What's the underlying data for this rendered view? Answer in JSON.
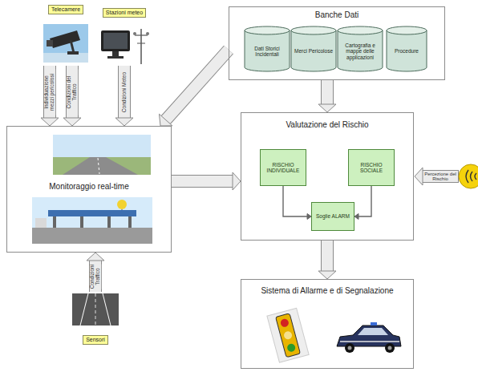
{
  "diagram": {
    "nodes": [
      {
        "text": [
          "Telecamere"
        ]
      },
      {
        "text": [
          "Stazioni meteo"
        ]
      },
      {
        "text": [
          "Monitoraggio real-time"
        ]
      },
      {
        "text": [
          "Sensori"
        ]
      },
      {
        "text": [
          "Banche Dati"
        ]
      },
      {
        "text": [
          "Dati Storici Incidentali"
        ],
        "in": 4
      },
      {
        "text": [
          "Merci Pericolose"
        ],
        "in": 4
      },
      {
        "text": [
          "Cartografia e mappe delle applicazioni"
        ],
        "in": 4
      },
      {
        "text": [
          "Procedure"
        ],
        "in": 4
      },
      {
        "text": [
          "Valutazione del Rischio"
        ]
      },
      {
        "text": [
          "RISCHIO INDIVIDUALE"
        ],
        "in": 9
      },
      {
        "text": [
          "RISCHIO SOCIALE"
        ],
        "in": 9
      },
      {
        "text": [
          "Soglie ALARM"
        ],
        "in": 9
      },
      {
        "text": [
          "Sistema di Allarme e di Segnalazione"
        ]
      }
    ],
    "edges": [
      {
        "from": 0,
        "to": 2,
        "arrow": "to",
        "label": "Individuazione mezzi pericolosi"
      },
      {
        "from": 0,
        "to": 2,
        "arrow": "to",
        "label": "Condizioni del Traffico"
      },
      {
        "from": 1,
        "to": 2,
        "arrow": "to",
        "label": "Condizioni Meteo"
      },
      {
        "from": 3,
        "to": 2,
        "arrow": "to",
        "label": "Condizioni Traffico"
      },
      {
        "from": 4,
        "to": 2,
        "arrow": "to"
      },
      {
        "from": 2,
        "to": 9,
        "arrow": "to"
      },
      {
        "from": 4,
        "to": 9,
        "arrow": "to"
      },
      {
        "from": 10,
        "to": 12,
        "arrow": "to"
      },
      {
        "from": 11,
        "to": 12,
        "arrow": "to"
      },
      {
        "from": 9,
        "to": 13,
        "arrow": "to"
      }
    ],
    "labels": [
      "Percezione del Rischio"
    ]
  }
}
